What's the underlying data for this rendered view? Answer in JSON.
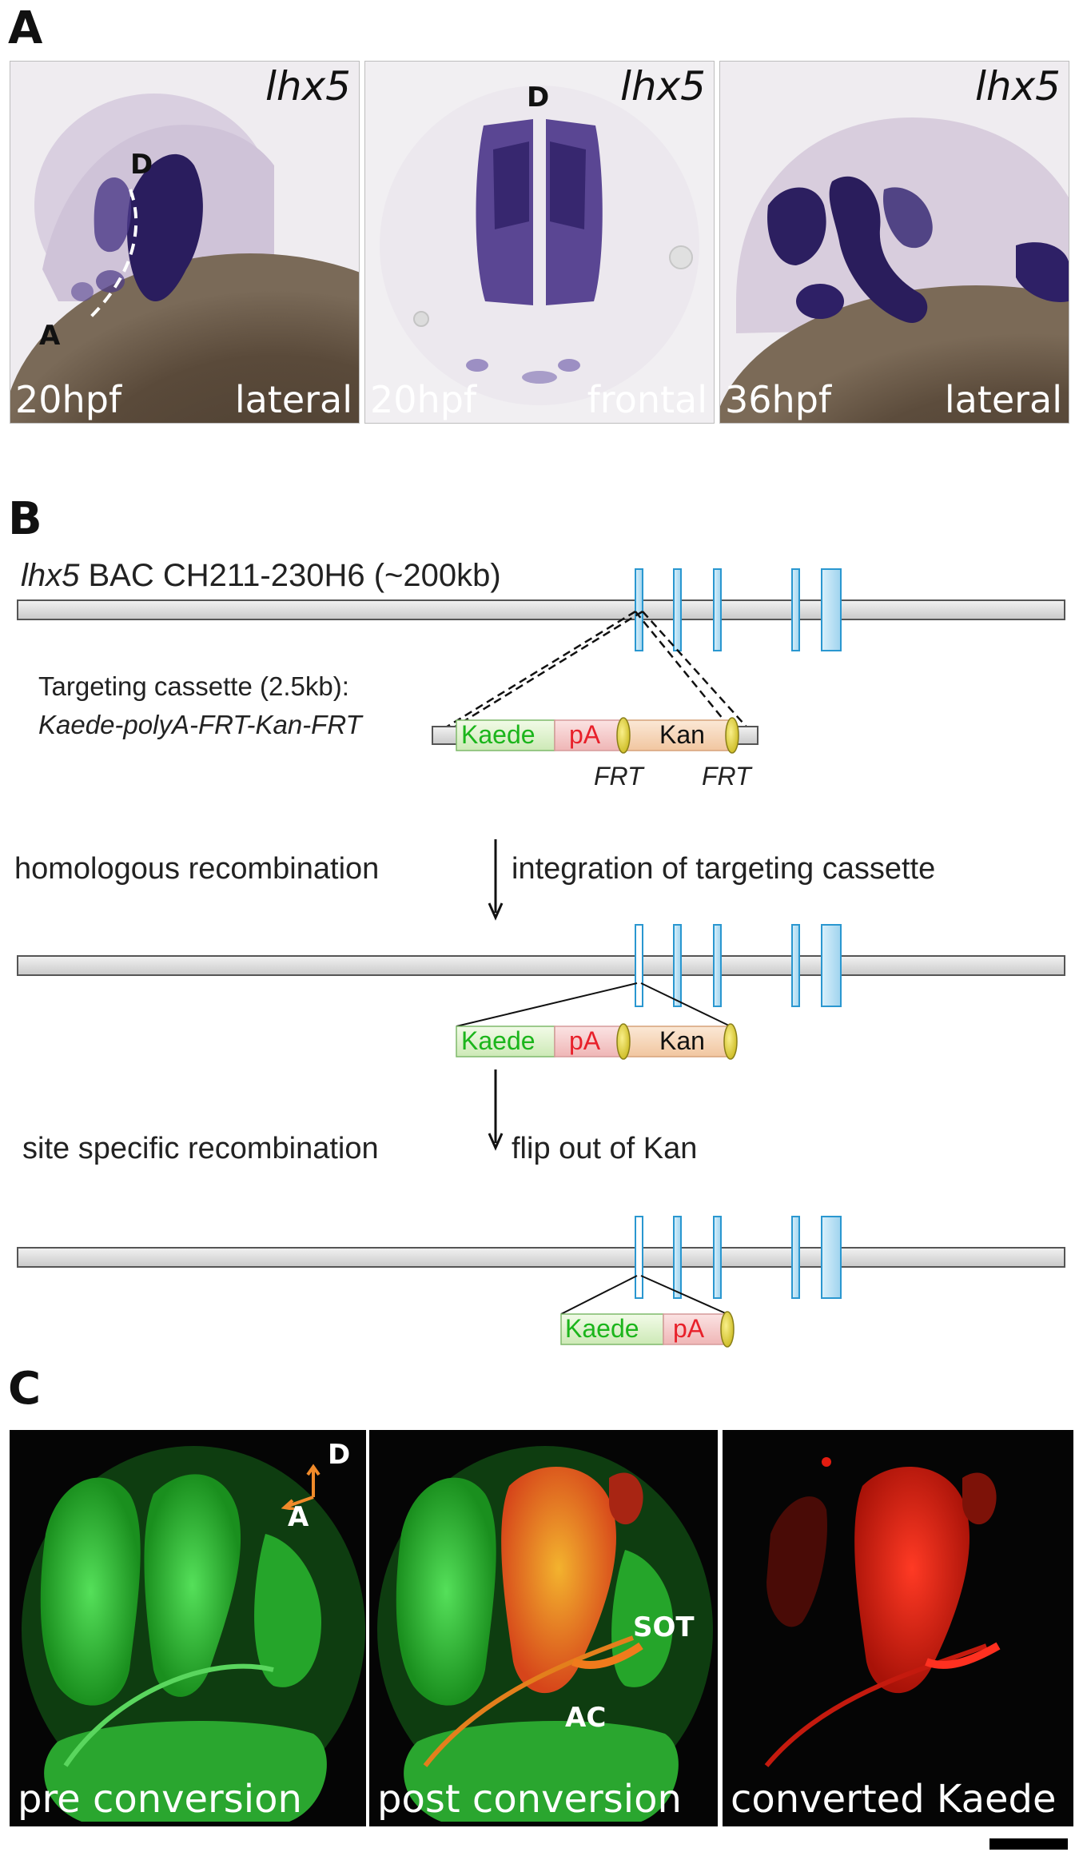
{
  "panels": {
    "a": {
      "letter": "A",
      "images": [
        {
          "gene": "lhx5",
          "stage": "20hpf",
          "view": "lateral",
          "marker_d": "D",
          "marker_a": "A"
        },
        {
          "gene": "lhx5",
          "stage": "20hpf",
          "view": "frontal",
          "marker_d": "D"
        },
        {
          "gene": "lhx5",
          "stage": "36hpf",
          "view": "lateral"
        }
      ]
    },
    "b": {
      "letter": "B",
      "bac_title_gene": "lhx5",
      "bac_title_rest": " BAC CH211-230H6 (~200kb)",
      "cassette_title": "Targeting cassette (2.5kb):",
      "cassette_name": "Kaede-polyA-FRT-Kan-FRT",
      "steps": [
        {
          "left": "homologous recombination",
          "right": "integration of targeting cassette"
        },
        {
          "left": "site specific recombination",
          "right": "flip out of Kan"
        }
      ],
      "segments": {
        "kaede": "Kaede",
        "pa": "pA",
        "kan": "Kan",
        "frt": "FRT"
      }
    },
    "c": {
      "letter": "C",
      "axis_d": "D",
      "axis_a": "A",
      "sot": "SOT",
      "ac": "AC",
      "images": [
        {
          "label": "pre conversion"
        },
        {
          "label": "post conversion"
        },
        {
          "label": "converted Kaede"
        }
      ]
    }
  },
  "colors": {
    "kaede_green": "#1bb51b",
    "pa_red": "#e8202a",
    "exon_blue": "#2a97d0",
    "frt_yellow": "#e4d21b",
    "ish_stain": "#3b2a7a",
    "fluor_green": "#2fbf2f",
    "fluor_red": "#e81e10"
  }
}
